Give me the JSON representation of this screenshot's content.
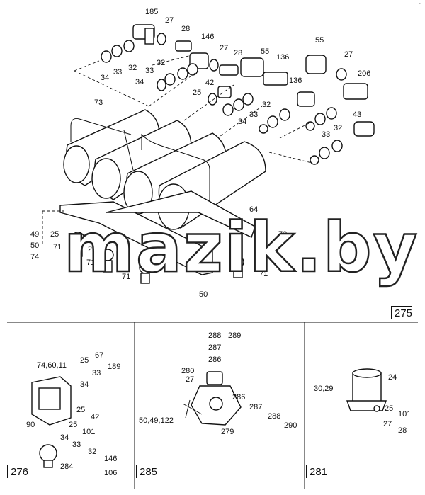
{
  "watermark": "mazik.by",
  "corner_mark": "-",
  "main": {
    "labels": [
      "185",
      "27",
      "28",
      "146",
      "27",
      "28",
      "55",
      "136",
      "55",
      "27",
      "206",
      "32",
      "33",
      "34",
      "32",
      "33",
      "34",
      "42",
      "25",
      "136",
      "32",
      "33",
      "32",
      "34",
      "33",
      "43",
      "73",
      "64",
      "49",
      "50",
      "74",
      "25",
      "25",
      "71",
      "71",
      "25",
      "71",
      "50",
      "25",
      "71",
      "72"
    ],
    "page_number": "275"
  },
  "panel_276": {
    "number": "276",
    "labels": [
      "74,60,11",
      "25",
      "67",
      "33",
      "189",
      "34",
      "90",
      "25",
      "42",
      "25",
      "101",
      "34",
      "33",
      "32",
      "146",
      "106",
      "284"
    ]
  },
  "panel_285": {
    "number": "285",
    "labels": [
      "288",
      "289",
      "287",
      "286",
      "280",
      "27",
      "286",
      "287",
      "288",
      "290",
      "50,49,122",
      "279"
    ]
  },
  "panel_281": {
    "number": "281",
    "labels": [
      "24",
      "30,29",
      "25",
      "101",
      "27",
      "28"
    ]
  }
}
